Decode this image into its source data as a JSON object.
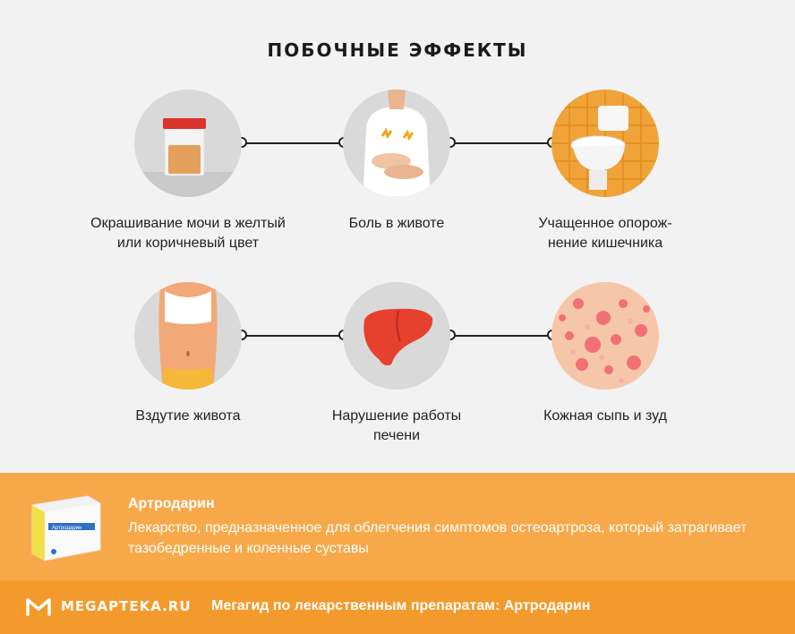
{
  "title": "ПОБОЧНЫЕ ЭФФЕКТЫ",
  "effects": [
    {
      "line1": "Окрашивание мочи в желтый",
      "line2": "или коричневый цвет",
      "icon": "urine-container-icon"
    },
    {
      "line1": "Боль в животе",
      "line2": "",
      "icon": "abdominal-pain-icon"
    },
    {
      "line1": "Учащенное опорож-",
      "line2": "нение кишечника",
      "icon": "toilet-icon"
    },
    {
      "line1": "Вздутие живота",
      "line2": "",
      "icon": "bloated-belly-icon"
    },
    {
      "line1": "Нарушение работы",
      "line2": "печени",
      "icon": "liver-icon"
    },
    {
      "line1": "Кожная сыпь и зуд",
      "line2": "",
      "icon": "skin-rash-icon"
    }
  ],
  "product": {
    "name": "Артродарин",
    "description": "Лекарство, предназначенное для облегчения симптомов остеоартроза, который затрагивает тазобедренные и коленные суставы",
    "box_label": "Артродарин"
  },
  "footer": {
    "logo_text": "MEGAPTEKA.RU",
    "tagline": "Мегагид по лекарственным препаратам: Артродарин"
  },
  "colors": {
    "band": "#f7a94a",
    "footer": "#f39a2c",
    "circle": "#d9d9d9"
  }
}
